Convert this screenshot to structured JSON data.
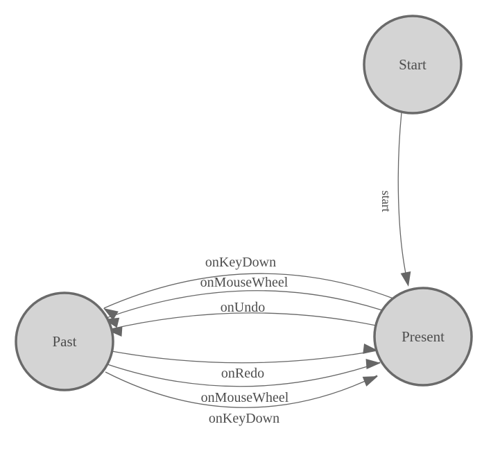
{
  "diagram": {
    "type": "state-machine",
    "colors": {
      "background": "#ffffff",
      "node_fill": "#d4d4d4",
      "node_stroke": "#6a6a6a",
      "edge_line": "#666666",
      "arrowhead": "#666666",
      "label_text": "#4d4d4d"
    },
    "nodes": [
      {
        "id": "start",
        "label": "Start"
      },
      {
        "id": "present",
        "label": "Present"
      },
      {
        "id": "past",
        "label": "Past"
      }
    ],
    "edges": [
      {
        "from": "Start",
        "to": "Present",
        "label": "start"
      },
      {
        "from": "Present",
        "to": "Past",
        "label": "onKeyDown"
      },
      {
        "from": "Present",
        "to": "Past",
        "label": "onMouseWheel"
      },
      {
        "from": "Present",
        "to": "Past",
        "label": "onUndo"
      },
      {
        "from": "Past",
        "to": "Present",
        "label": "onRedo"
      },
      {
        "from": "Past",
        "to": "Present",
        "label": "onMouseWheel"
      },
      {
        "from": "Past",
        "to": "Present",
        "label": "onKeyDown"
      }
    ]
  }
}
